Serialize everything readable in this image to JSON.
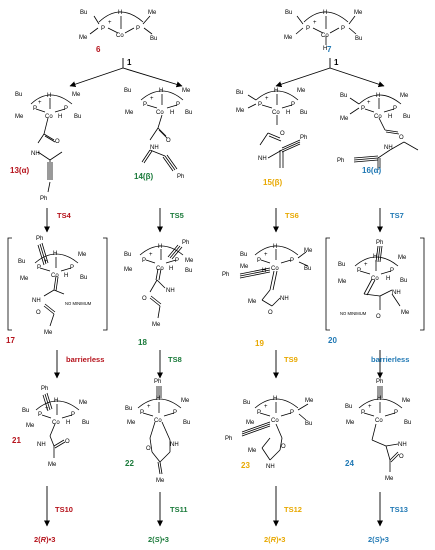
{
  "colors": {
    "red": "#b5121b",
    "green": "#1a7a3a",
    "yellow": "#e8a800",
    "blue": "#1f78b4",
    "black": "#000000"
  },
  "atoms": {
    "P": "P",
    "Co": "Co",
    "H": "H",
    "Me": "Me",
    "Bu": "Bu",
    "t": "t",
    "plus": "+",
    "NH": "NH",
    "O": "O",
    "Ph": "Ph"
  },
  "precursors": [
    {
      "label": "6",
      "color": "red"
    },
    {
      "label": "7",
      "color": "blue"
    }
  ],
  "reagent_label": "1",
  "intermediates": [
    {
      "label": "13(α)",
      "color": "red"
    },
    {
      "label": "14(β)",
      "color": "green"
    },
    {
      "label": "15(β)",
      "color": "yellow"
    },
    {
      "label": "16(α)",
      "color": "blue"
    }
  ],
  "ts_first": [
    {
      "label": "TS4",
      "color": "red"
    },
    {
      "label": "TS5",
      "color": "green"
    },
    {
      "label": "TS6",
      "color": "yellow"
    },
    {
      "label": "TS7",
      "color": "blue"
    }
  ],
  "cyclo": [
    {
      "label": "17",
      "color": "red",
      "note": "NO MINIMUM"
    },
    {
      "label": "18",
      "color": "green",
      "note": ""
    },
    {
      "label": "19",
      "color": "yellow",
      "note": ""
    },
    {
      "label": "20",
      "color": "blue",
      "note": "NO MINIMUM"
    }
  ],
  "ts_second": [
    {
      "label": "barrierless",
      "color": "red"
    },
    {
      "label": "TS8",
      "color": "green"
    },
    {
      "label": "TS9",
      "color": "yellow"
    },
    {
      "label": "barrierless",
      "color": "blue"
    }
  ],
  "products_int": [
    {
      "label": "21",
      "color": "red"
    },
    {
      "label": "22",
      "color": "green"
    },
    {
      "label": "23",
      "color": "yellow"
    },
    {
      "label": "24",
      "color": "blue"
    }
  ],
  "ts_third": [
    {
      "label": "TS10",
      "color": "red"
    },
    {
      "label": "TS11",
      "color": "green"
    },
    {
      "label": "TS12",
      "color": "yellow"
    },
    {
      "label": "TS13",
      "color": "blue"
    }
  ],
  "final": [
    {
      "prefix": "2(",
      "config": "R",
      "suffix": ")•3",
      "color": "red"
    },
    {
      "prefix": "2(",
      "config": "S",
      "suffix": ")•3",
      "color": "green"
    },
    {
      "prefix": "2(",
      "config": "R",
      "suffix": ")•3",
      "color": "yellow"
    },
    {
      "prefix": "2(",
      "config": "S",
      "suffix": ")•3",
      "color": "blue"
    }
  ]
}
